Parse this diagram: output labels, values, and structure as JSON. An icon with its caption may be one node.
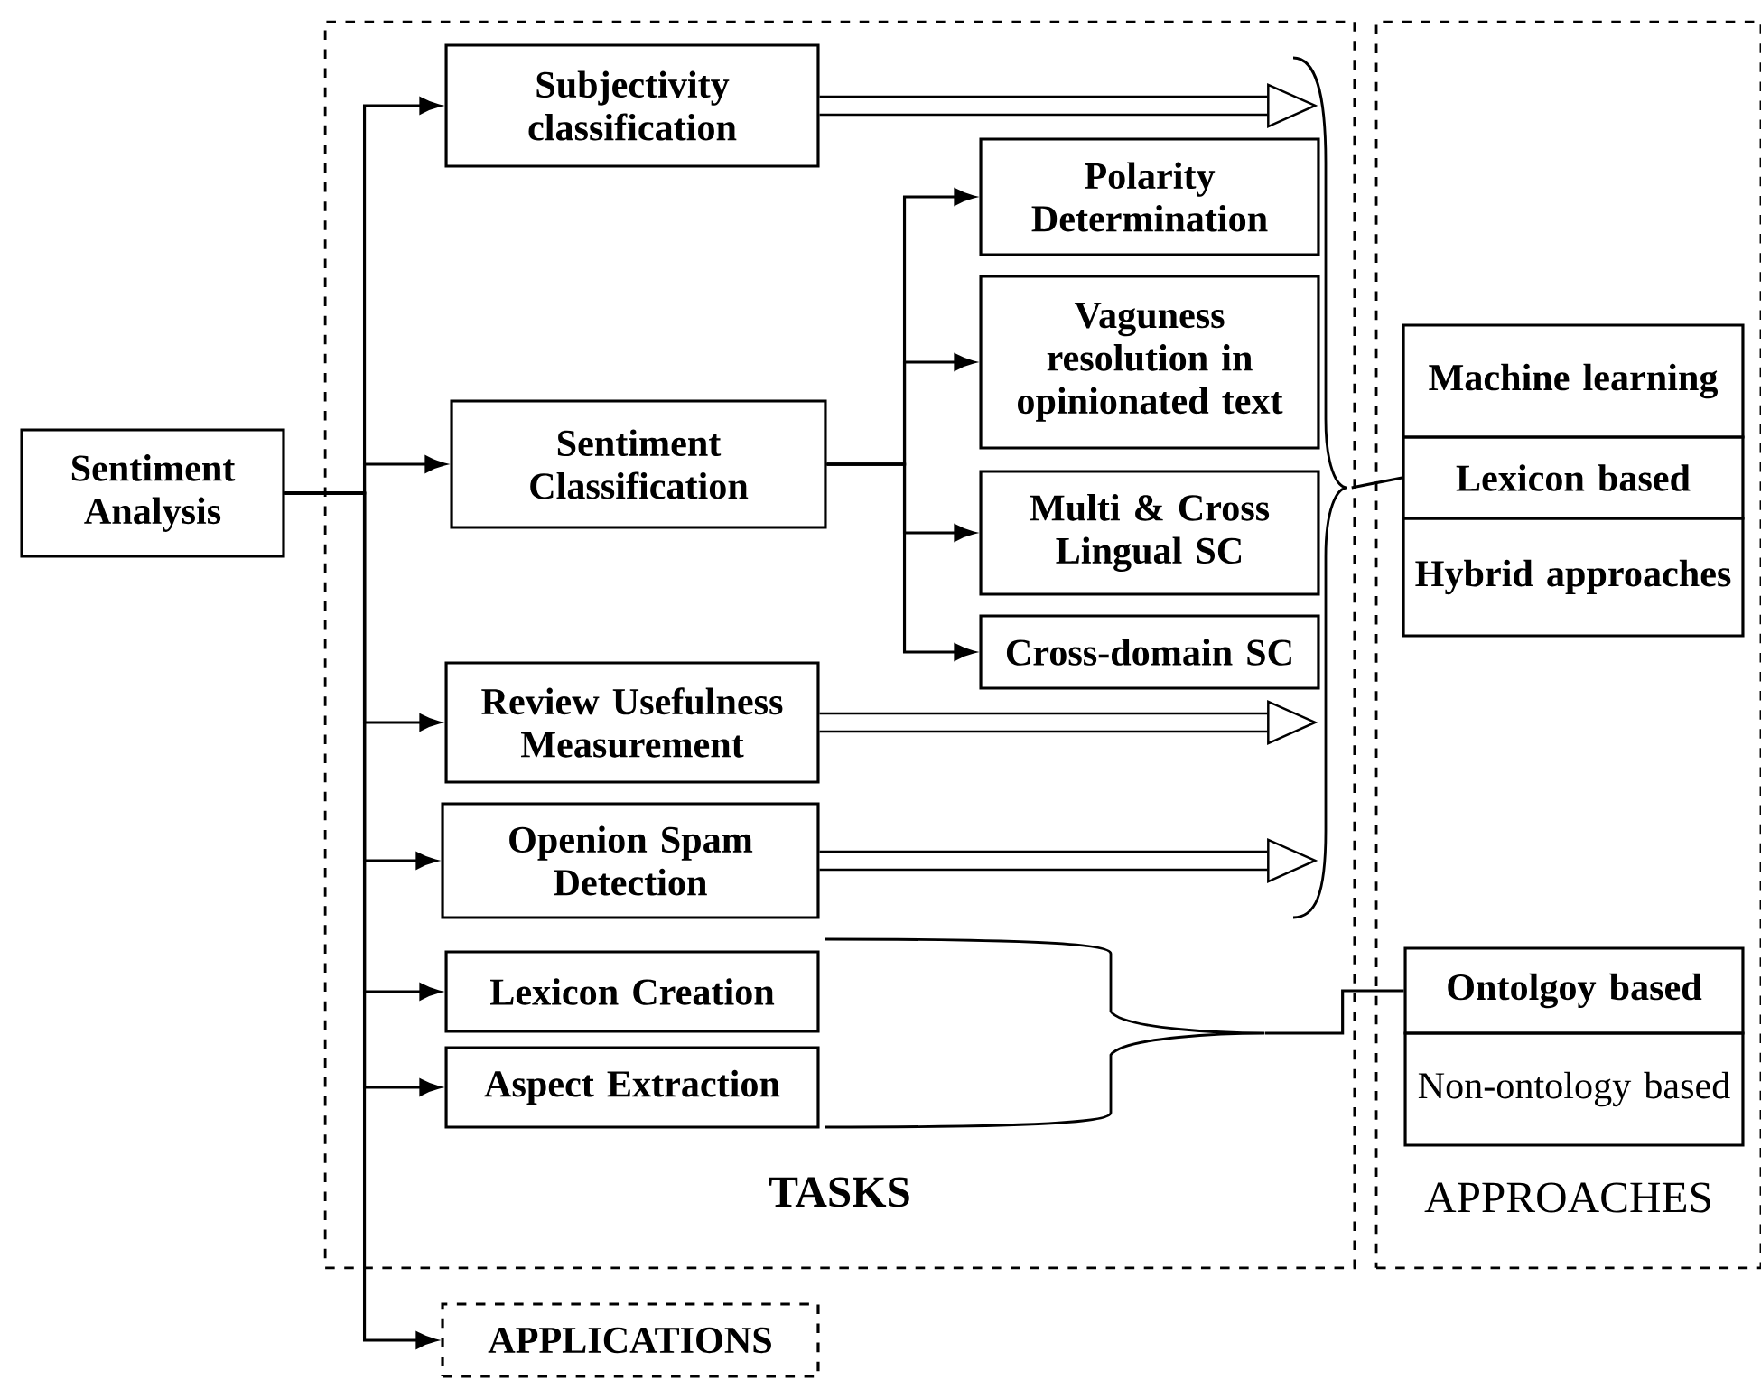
{
  "diagram": {
    "nodes": [
      {
        "text": [
          "Sentiment Analysis"
        ]
      },
      {
        "text": [
          "TASKS"
        ]
      },
      {
        "text": [
          "Subjectivity classification"
        ],
        "in": 1
      },
      {
        "text": [
          "Sentiment Classification"
        ],
        "in": 1
      },
      {
        "text": [
          "Polarity Determination"
        ],
        "in": 1
      },
      {
        "text": [
          "Vaguness resolution in opinionated text"
        ],
        "in": 1
      },
      {
        "text": [
          "Multi & Cross Lingual SC"
        ],
        "in": 1
      },
      {
        "text": [
          "Cross-domain SC"
        ],
        "in": 1
      },
      {
        "text": [
          "Review Usefulness Measurement"
        ],
        "in": 1
      },
      {
        "text": [
          "Openion Spam Detection"
        ],
        "in": 1
      },
      {
        "text": [
          "Lexicon Creation"
        ],
        "in": 1
      },
      {
        "text": [
          "Aspect Extraction"
        ],
        "in": 1
      },
      {
        "text": [
          "APPROACHES"
        ]
      },
      {
        "text": [
          "Machine learning"
        ],
        "in": 12
      },
      {
        "text": [
          "Lexicon based"
        ],
        "in": 12
      },
      {
        "text": [
          "Hybrid approaches"
        ],
        "in": 12
      },
      {
        "text": [
          "Ontolgoy based"
        ],
        "in": 12
      },
      {
        "text": [
          "Non-ontology based"
        ],
        "in": 12
      },
      {
        "text": [
          "APPLICATIONS"
        ]
      },
      {
        "text": [],
        "shape": "brace",
        "in": 1
      },
      {
        "text": [],
        "shape": "brace",
        "in": 1
      }
    ],
    "edges": [
      {
        "from": 0,
        "to": 2,
        "arrow": "to"
      },
      {
        "from": 0,
        "to": 3,
        "arrow": "to"
      },
      {
        "from": 0,
        "to": 8,
        "arrow": "to"
      },
      {
        "from": 0,
        "to": 9,
        "arrow": "to"
      },
      {
        "from": 0,
        "to": 10,
        "arrow": "to"
      },
      {
        "from": 0,
        "to": 11,
        "arrow": "to"
      },
      {
        "from": 0,
        "to": 18,
        "arrow": "to"
      },
      {
        "from": 3,
        "to": 4,
        "arrow": "to"
      },
      {
        "from": 3,
        "to": 5,
        "arrow": "to"
      },
      {
        "from": 3,
        "to": 6,
        "arrow": "to"
      },
      {
        "from": 3,
        "to": 7,
        "arrow": "to"
      },
      {
        "from": 2,
        "to": 19,
        "arrow": "to",
        "style": "thick"
      },
      {
        "from": 8,
        "to": 19,
        "arrow": "to",
        "style": "thick"
      },
      {
        "from": 9,
        "to": 19,
        "arrow": "to",
        "style": "thick"
      },
      {
        "from": 19,
        "to": 14,
        "arrow": "none"
      },
      {
        "from": 20,
        "to": 16,
        "arrow": "none"
      }
    ]
  }
}
